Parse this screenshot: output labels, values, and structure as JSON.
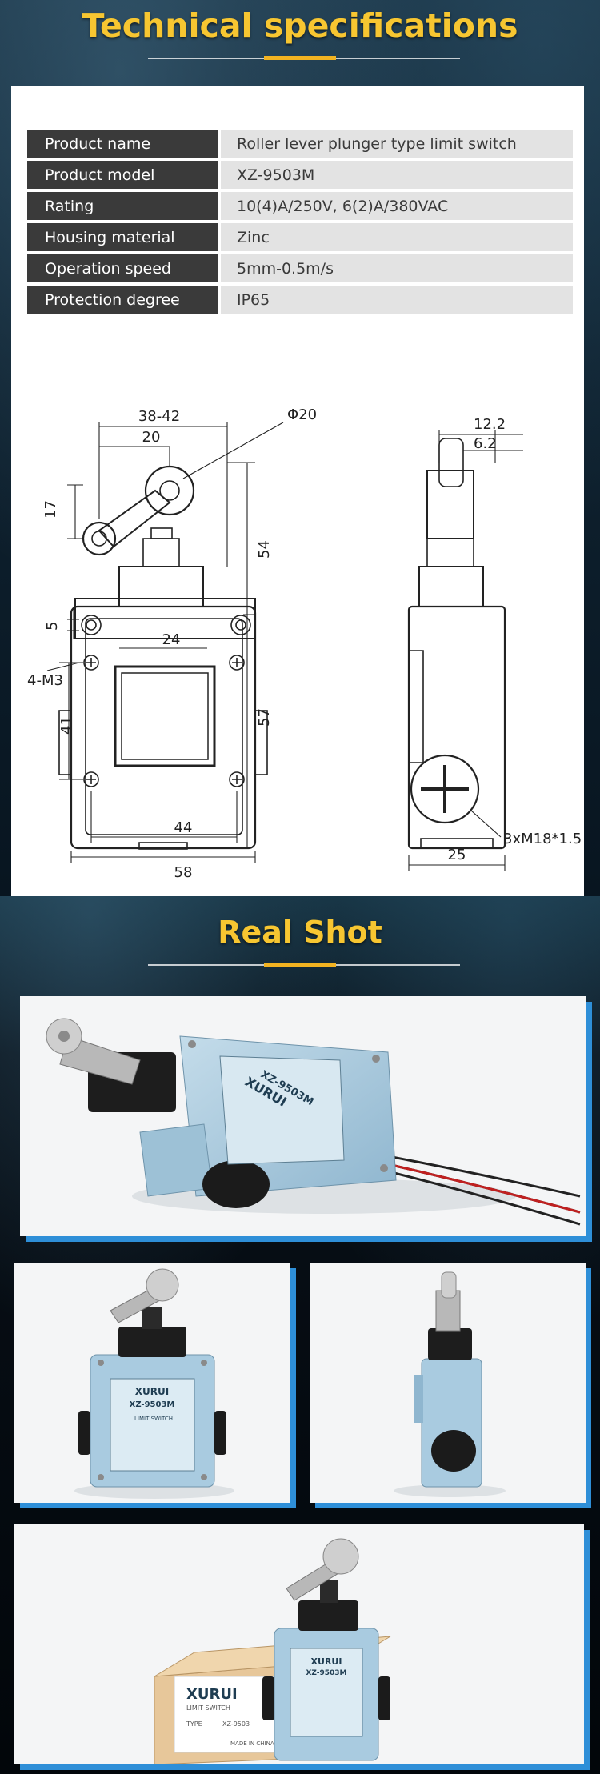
{
  "section_specs": {
    "title": "Technical specifications"
  },
  "specs": [
    {
      "key": "Product name",
      "value": "Roller lever plunger type limit switch"
    },
    {
      "key": "Product model",
      "value": "XZ-9503M"
    },
    {
      "key": "Rating",
      "value": "10(4)A/250V, 6(2)A/380VAC"
    },
    {
      "key": "Housing material",
      "value": "Zinc"
    },
    {
      "key": "Operation speed",
      "value": "5mm-0.5m/s"
    },
    {
      "key": "Protection degree",
      "value": "IP65"
    }
  ],
  "drawing": {
    "dim_38_42": "38-42",
    "dim_phi20": "Φ20",
    "dim_20": "20",
    "dim_17": "17",
    "dim_54": "54",
    "dim_5": "5",
    "dim_24": "24",
    "dim_4m3": "4-M3",
    "dim_41": "41",
    "dim_57": "57",
    "dim_44": "44",
    "dim_58": "58",
    "dim_12_2": "12.2",
    "dim_6_2": "6.2",
    "dim_3xm18": "3xM18*1.5",
    "dim_25": "25"
  },
  "section_photos": {
    "title": "Real Shot"
  },
  "label_plate": {
    "brand": "XURUI",
    "model": "XZ-9503M",
    "type": "LIMIT SWITCH"
  },
  "box_label": {
    "brand": "XURUI",
    "sub": "LIMIT SWITCH",
    "type_label": "TYPE",
    "type_value": "XZ-9503",
    "made": "MADE IN CHINA"
  },
  "colors": {
    "accent_gold": "#f7c631",
    "frame_blue": "#2e8fd8",
    "switch_body": "#a9cbe0"
  }
}
